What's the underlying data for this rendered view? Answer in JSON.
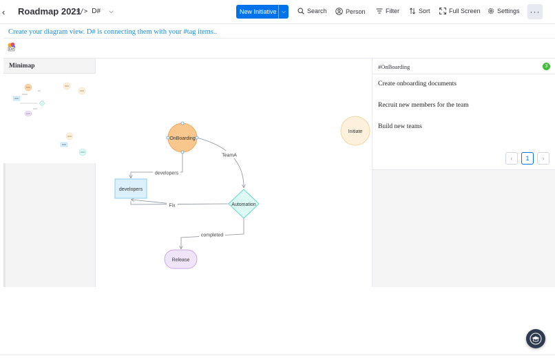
{
  "header": {
    "back_glyph": "‹",
    "title": "Roadmap 2021",
    "code_selector": {
      "icon": "code-icon",
      "value": "D#"
    },
    "new_button_label": "New Initiative",
    "tools": {
      "search": "Search",
      "person": "Person",
      "filter": "Filter",
      "sort": "Sort",
      "fullscreen": "Full Screen",
      "settings": "Settings"
    },
    "more_glyph": "···"
  },
  "info_text": "Create your diagram view. D# is connecting them with your #tag items..",
  "minimap": {
    "title": "Minimap"
  },
  "diagram": {
    "nodes": {
      "onboarding": "OnBoarding",
      "initiate": "Initiate",
      "developers": "developers",
      "automation": "Automation",
      "release": "Release"
    },
    "edges": {
      "onboarding_developers": "developers",
      "onboarding_automation": "TeamA",
      "automation_developers": "Fix",
      "automation_release": "completed"
    }
  },
  "tag_panel": {
    "title": "#OnBoarding",
    "count": "3",
    "items": [
      "Create onboarding documents",
      "Recruit new members for the team",
      "Build new teams"
    ],
    "pagination": {
      "prev": "‹",
      "current": "1",
      "next": "›"
    }
  },
  "colors": {
    "accent": "#0073ea",
    "info_text": "#1c8ed9",
    "onboarding_fill": "#f8c78d",
    "initiate_fill": "#fdf1de",
    "developers_fill": "#dbf0fb",
    "automation_fill": "#dcf9f4",
    "release_fill": "#efe4f8",
    "count_badge": "#3fbd38"
  }
}
